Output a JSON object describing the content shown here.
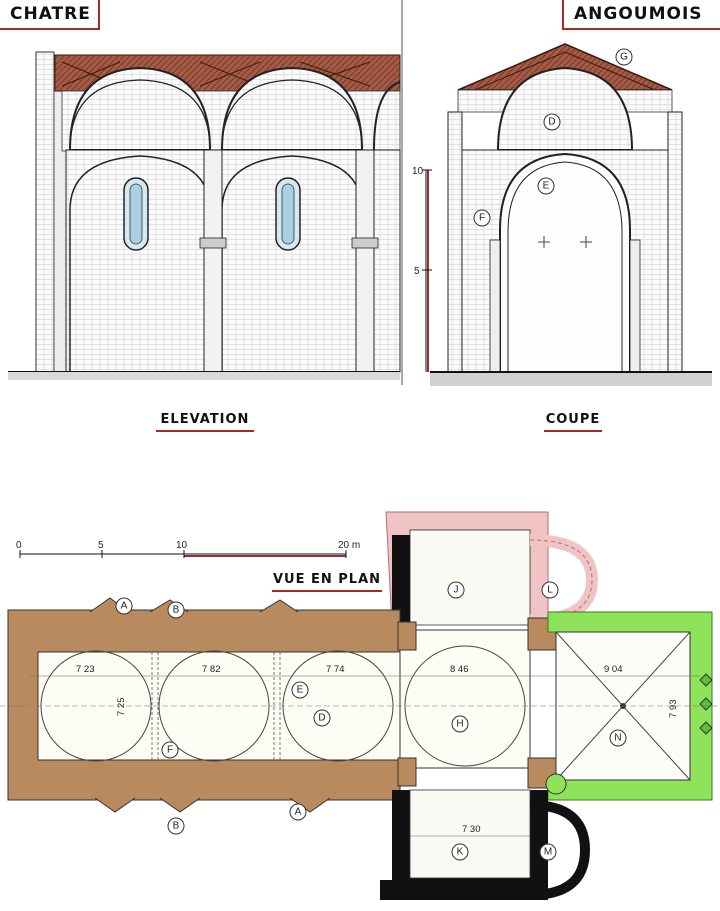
{
  "headers": {
    "left": "CHATRE",
    "right": "ANGOUMOIS"
  },
  "captions": {
    "elevation": "ELEVATION",
    "section": "COUPE",
    "plan": "VUE EN PLAN"
  },
  "scale_section": {
    "ten": "10",
    "five": "5"
  },
  "scale_plan": {
    "zero": "0",
    "five": "5",
    "ten": "10",
    "twenty": "20 m"
  },
  "dimensions": {
    "bay1": "7 23",
    "bay2": "7 82",
    "bay3": "7 74",
    "crossing": "8 46",
    "apse": "9 04",
    "width_nave": "7 25",
    "width_choir": "7 93",
    "south_chapel": "7 30"
  },
  "letters": {
    "A": "A",
    "B": "B",
    "D": "D",
    "E": "E",
    "F": "F",
    "G": "G",
    "H": "H",
    "J": "J",
    "K": "K",
    "L": "L",
    "M": "M",
    "N": "N"
  },
  "colors": {
    "wall": "#b98a5e",
    "roof": "#8b4a3a",
    "green": "#8fe35a",
    "pink": "#f0c4c4",
    "accent": "#a52a2a",
    "black": "#111111"
  }
}
